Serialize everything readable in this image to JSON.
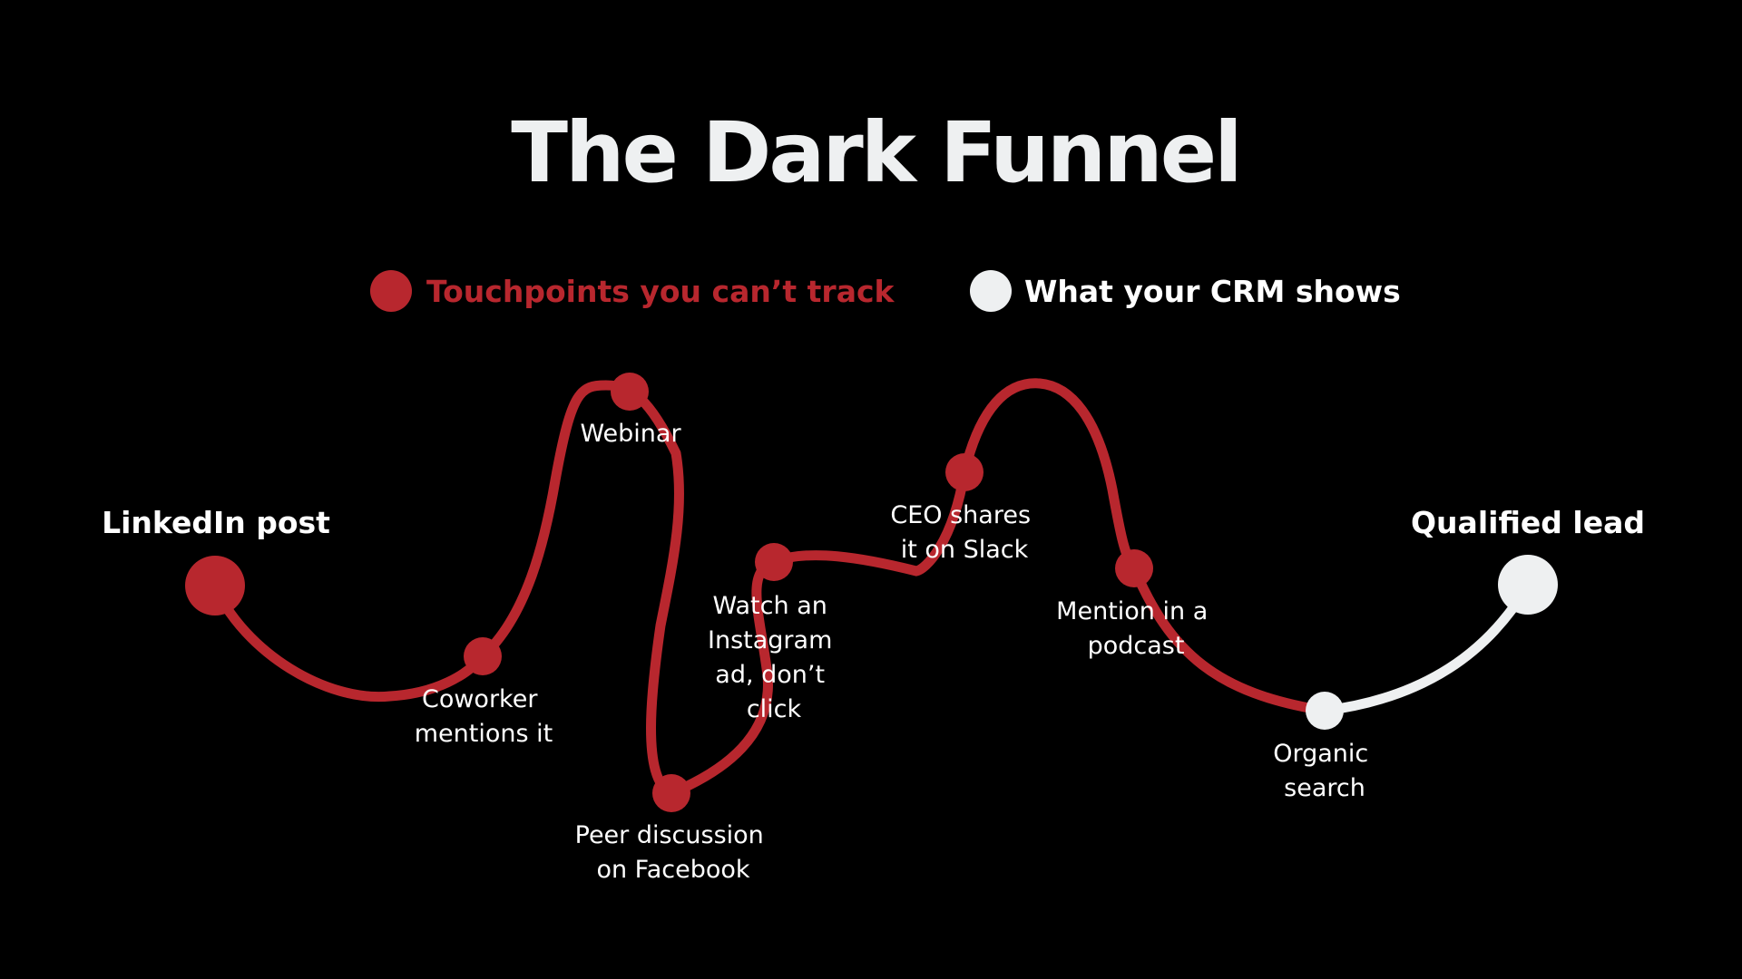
{
  "colors": {
    "background": "#000000",
    "untracked": "#b8272e",
    "tracked": "#eef0f1",
    "text": "#ffffff"
  },
  "title": "The Dark Funnel",
  "legend": {
    "untracked": {
      "label": "Touchpoints you can’t track",
      "icon": "red-dot-icon"
    },
    "tracked": {
      "label": "What your CRM shows",
      "icon": "white-dot-icon"
    }
  },
  "start": {
    "label": "LinkedIn post"
  },
  "end": {
    "label": "Qualified lead"
  },
  "touchpoints": [
    {
      "id": "coworker",
      "lines": [
        "Coworker",
        "mentions it"
      ],
      "tracked": false
    },
    {
      "id": "webinar",
      "lines": [
        "Webinar"
      ],
      "tracked": false
    },
    {
      "id": "peer",
      "lines": [
        "Peer discussion",
        "on Facebook"
      ],
      "tracked": false
    },
    {
      "id": "instagram",
      "lines": [
        "Watch an",
        "Instagram",
        "ad, don’t",
        "click"
      ],
      "tracked": false
    },
    {
      "id": "ceo",
      "lines": [
        "CEO shares",
        "it on Slack"
      ],
      "tracked": false
    },
    {
      "id": "podcast",
      "lines": [
        "Mention in a",
        "podcast"
      ],
      "tracked": false
    },
    {
      "id": "organic",
      "lines": [
        "Organic",
        "search"
      ],
      "tracked": true
    }
  ]
}
